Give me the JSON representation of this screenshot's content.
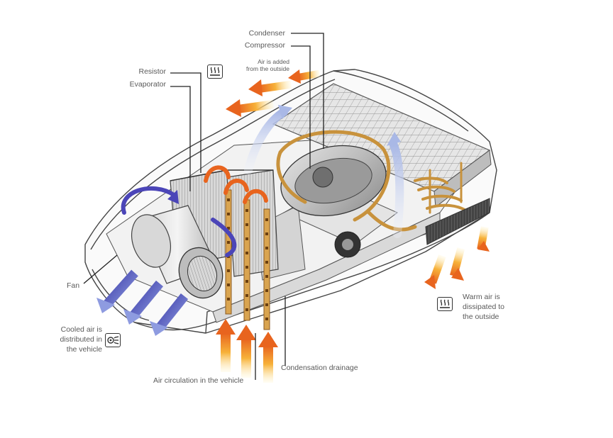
{
  "labels": {
    "condenser": "Condenser",
    "compressor": "Compressor",
    "air_added": "Air is added\nfrom the outside",
    "resistor": "Resistor",
    "evaporator": "Evaporator",
    "fan": "Fan",
    "cooled_air": "Cooled air is\ndistributed in\nthe vehicle",
    "warm_air": "Warm air is\ndissipated to\nthe outside",
    "condensation_drainage": "Condensation drainage",
    "air_circulation": "Air circulation in the vehicle"
  },
  "icons": {
    "heat": "heat-waves-icon",
    "cooled": "fan-airflow-icon"
  },
  "colors": {
    "outline": "#333333",
    "cold_arrow": "#4b45b8",
    "light_arrow": "#b9c6e8",
    "hot_arrow": "#e8641e",
    "hot_arrow_light": "#f7b23a",
    "copper": "#c8923c",
    "metal": "#b9b9b9"
  }
}
